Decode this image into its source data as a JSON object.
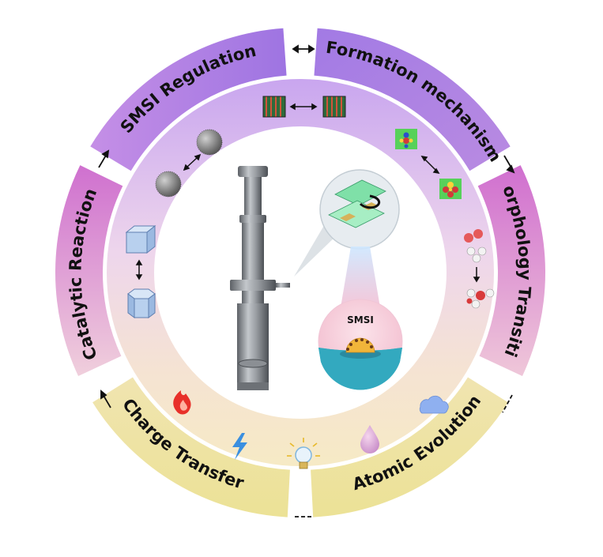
{
  "segments": [
    {
      "key": "smsi_regulation",
      "label": "SMSI Regulation"
    },
    {
      "key": "formation_mechanism",
      "label": "Formation mechanism"
    },
    {
      "key": "morphology_transition",
      "label": "Morphology Transition"
    },
    {
      "key": "atomic_evolution",
      "label": "Atomic Evolution"
    },
    {
      "key": "charge_transfer",
      "label": "Charge Transfer"
    },
    {
      "key": "catalytic_reaction",
      "label": "Catalytic Reaction"
    }
  ],
  "center": {
    "badge": "SMSI"
  },
  "colors": {
    "purple_dark": "#9a6fe0",
    "purple_light": "#dccaf3",
    "magenta": "#d877d8",
    "yellow": "#efe7a6",
    "inner_pink": "#f3d6e6",
    "inner_yellow": "#f6ebc8"
  },
  "icons": [
    "stem-microscope-icon",
    "chip-icon",
    "sphere-icon",
    "cube-icon",
    "hexagonal-prism-icon",
    "atom-map-icon",
    "molecule-icon",
    "flame-icon",
    "lightning-icon",
    "lightbulb-icon",
    "droplet-icon",
    "cloud-icon"
  ]
}
